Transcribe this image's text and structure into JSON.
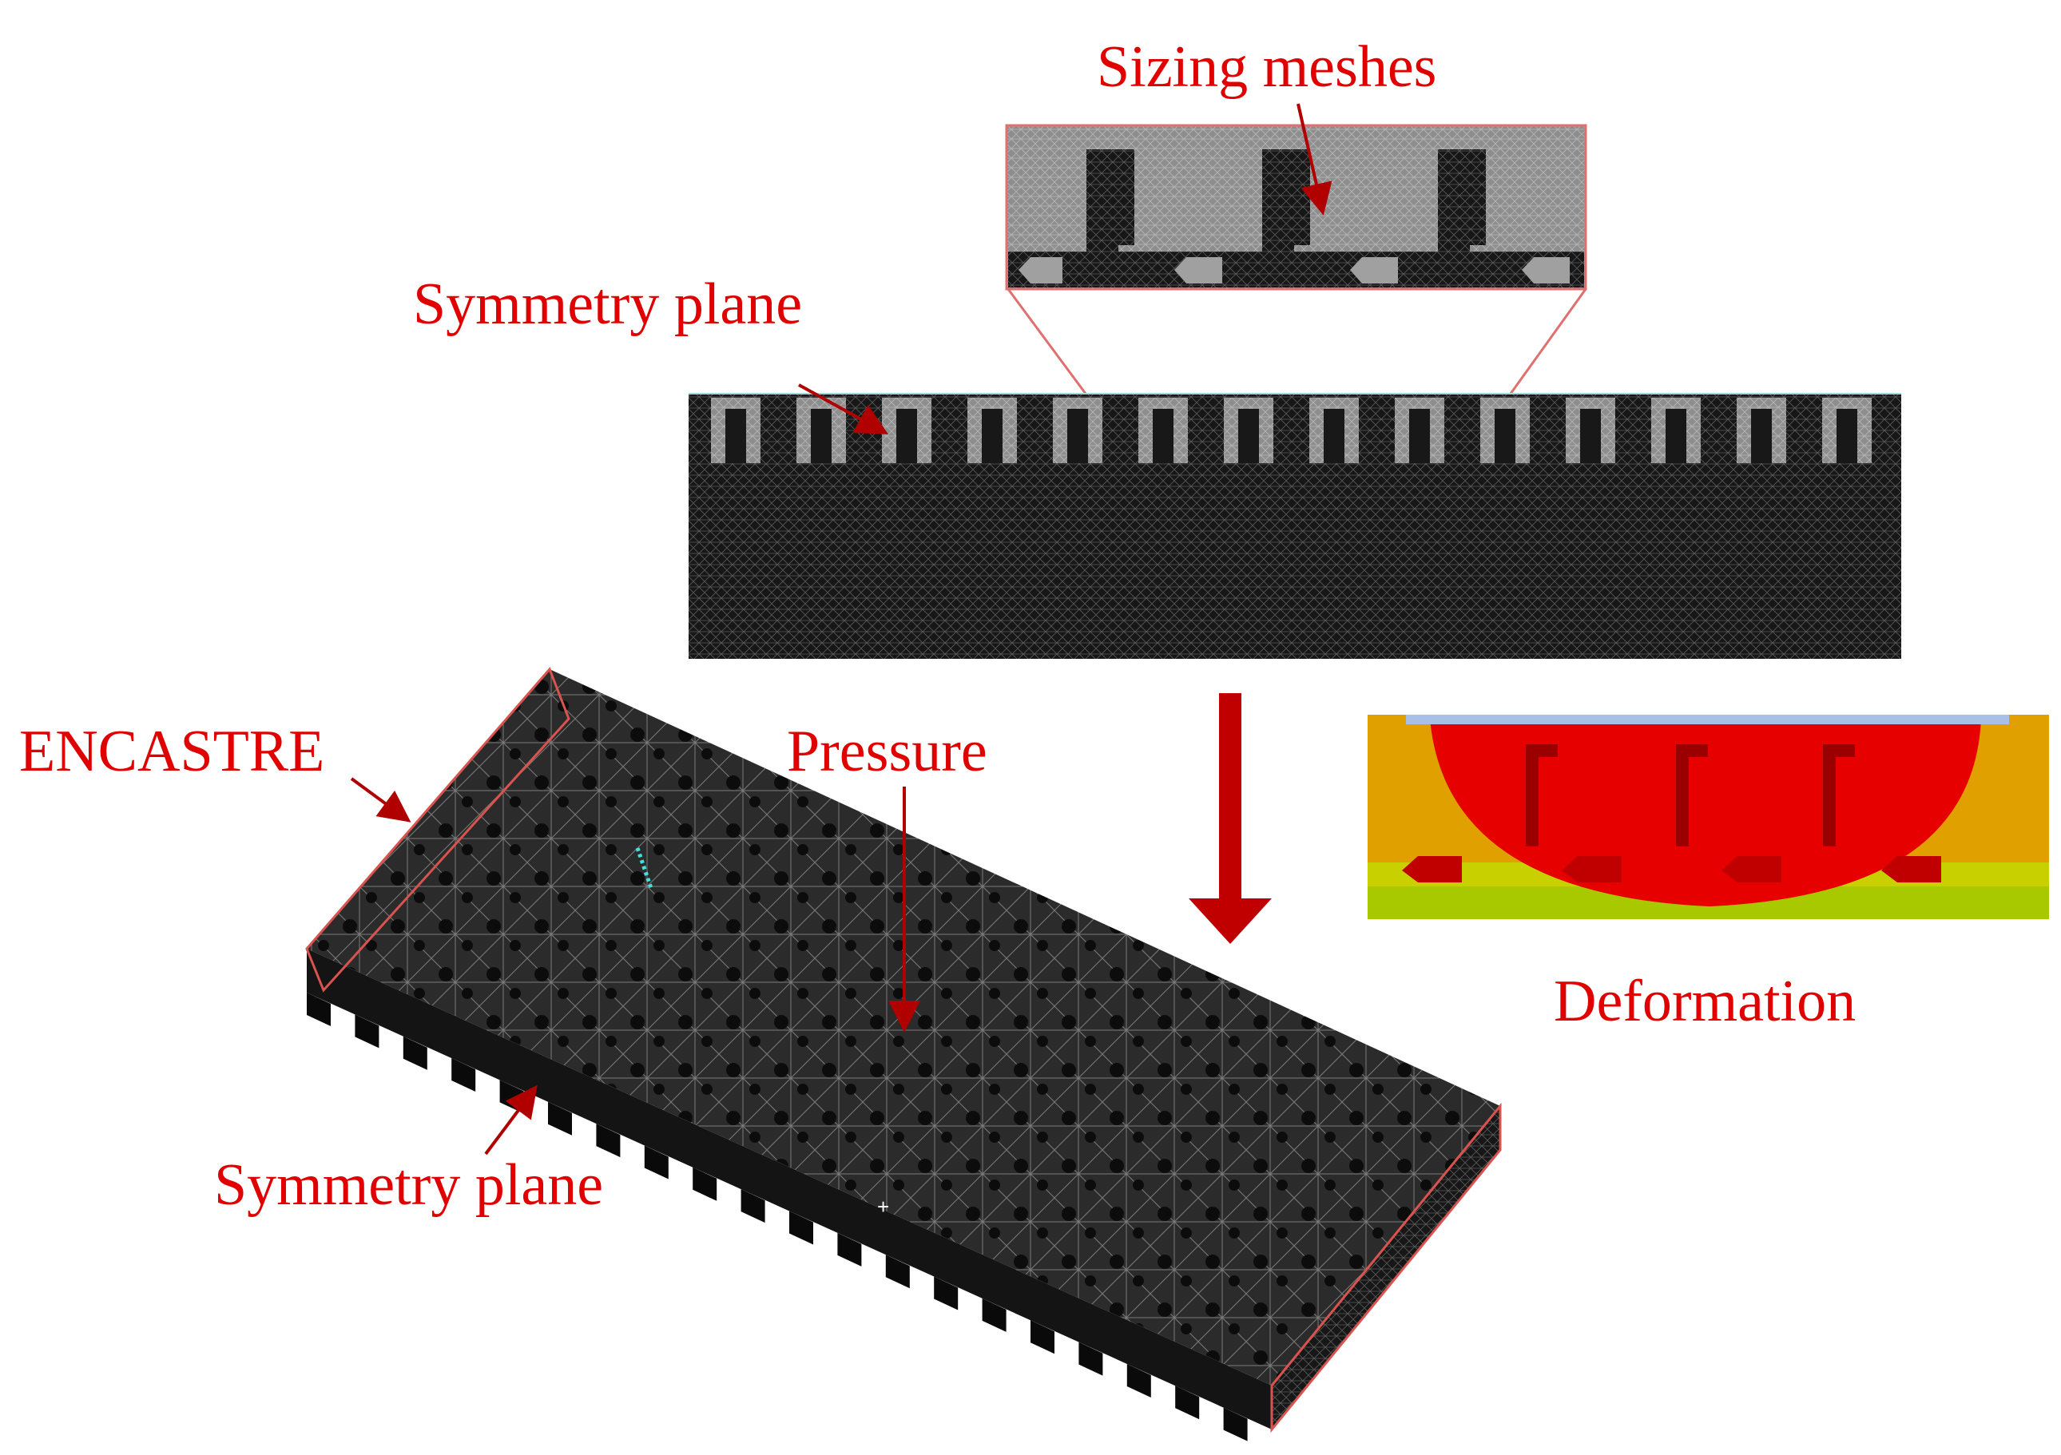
{
  "labels": {
    "sizing_meshes": "Sizing meshes",
    "symmetry_plane_top": "Symmetry plane",
    "encastre": "ENCASTRE",
    "pressure": "Pressure",
    "deformation": "Deformation",
    "symmetry_plane_bottom": "Symmetry plane"
  },
  "colors": {
    "annotation": "#e00000",
    "arrow": "#b00000",
    "mesh_dark": "#161616",
    "mesh_light": "#8a8a8a",
    "mesh_edge": "#d9534f",
    "deform_red": "#e60000",
    "deform_orange": "#e0a000",
    "deform_yellow": "#c8d000",
    "deform_sky": "#a8c0e8"
  }
}
